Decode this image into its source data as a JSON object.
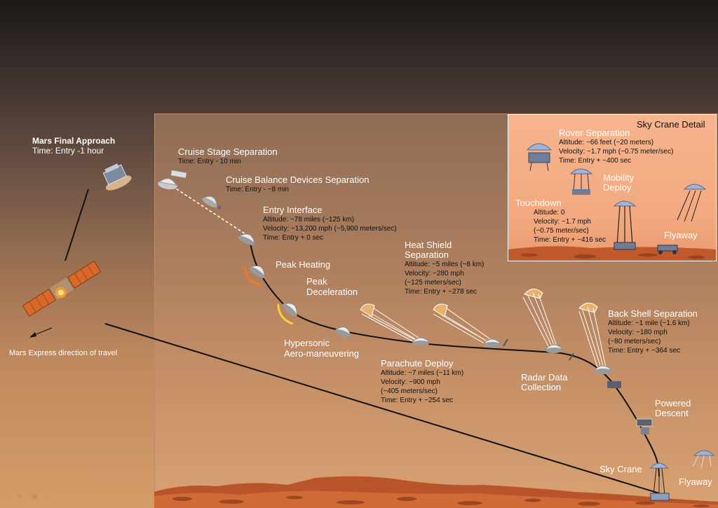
{
  "approach": {
    "title": "Mars Final Approach",
    "time": "Time: Entry -1 hour"
  },
  "mars_express": {
    "label": "Mars Express direction of travel"
  },
  "cruise_sep": {
    "title": "Cruise Stage Separation",
    "time": "Time: Entry - 10 min"
  },
  "cruise_bal": {
    "title": "Cruise Balance Devices Separation",
    "time": "Time: Entry - ~8 min"
  },
  "entry": {
    "title": "Entry Interface",
    "altitude": "Altitude:  ~78 miles (~125 km)",
    "velocity": "Velocity:  ~13,200 mph (~5,900 meters/sec)",
    "time": "Time: Entry + 0 sec"
  },
  "peak_heating": {
    "title": "Peak Heating"
  },
  "peak_decel": {
    "line1": "Peak",
    "line2": "Deceleration"
  },
  "hypersonic": {
    "line1": "Hypersonic",
    "line2": "Aero-maneuvering"
  },
  "heat_shield": {
    "line1": "Heat Shield",
    "line2": "Separation",
    "altitude": "Altitude:  ~5 miles (~8 km)",
    "velocity": "Velocity:  ~280 mph",
    "velocity2": "(~125 meters/sec)",
    "time": "Time: Entry + ~278 sec"
  },
  "parachute": {
    "title": "Parachute Deploy",
    "altitude": "Altitude:  ~7 miles (~11 km)",
    "velocity": "Velocity:  ~900 mph",
    "velocity2": "(~405 meters/sec)",
    "time": "Time: Entry + ~254 sec"
  },
  "radar": {
    "line1": "Radar Data",
    "line2": "Collection"
  },
  "backshell": {
    "title": "Back Shell Separation",
    "altitude": "Altitude:  ~1 mile (~1.6 km)",
    "velocity": "Velocity:  ~180 mph",
    "velocity2": "(~80 meters/sec)",
    "time": "Time: Entry + ~364 sec"
  },
  "powered": {
    "line1": "Powered",
    "line2": "Descent"
  },
  "sky_crane": {
    "label": "Sky Crane"
  },
  "flyaway": {
    "label": "Flyaway"
  },
  "detail": {
    "title": "Sky Crane Detail",
    "rover_sep": {
      "title": "Rover Separation",
      "altitude": "Altitude:  ~66 feet (~20 meters)",
      "velocity": "Velocity:  ~1.7 mph (~0.75 meter/sec)",
      "time": "Time: Entry + ~400 sec"
    },
    "mobility": {
      "line1": "Mobility",
      "line2": "Deploy"
    },
    "touchdown": {
      "title": "Touchdown",
      "altitude": "Altitude:  0",
      "velocity": "Velocity:  ~1.7 mph",
      "velocity2": "(~0.75 meter/sec)",
      "time": "Time: Entry + ~416 sec"
    },
    "flyaway": "Flyaway"
  },
  "icons": [
    "arrow-left-icon",
    "pencil-icon",
    "slide-icon",
    "arrow-right-icon"
  ],
  "colors": {
    "sky_dark": "#1c1918",
    "mars_surface": "#c9622f",
    "inset_bg": "#f6b48e",
    "label_white": "#ffffff",
    "label_black": "#111111"
  }
}
